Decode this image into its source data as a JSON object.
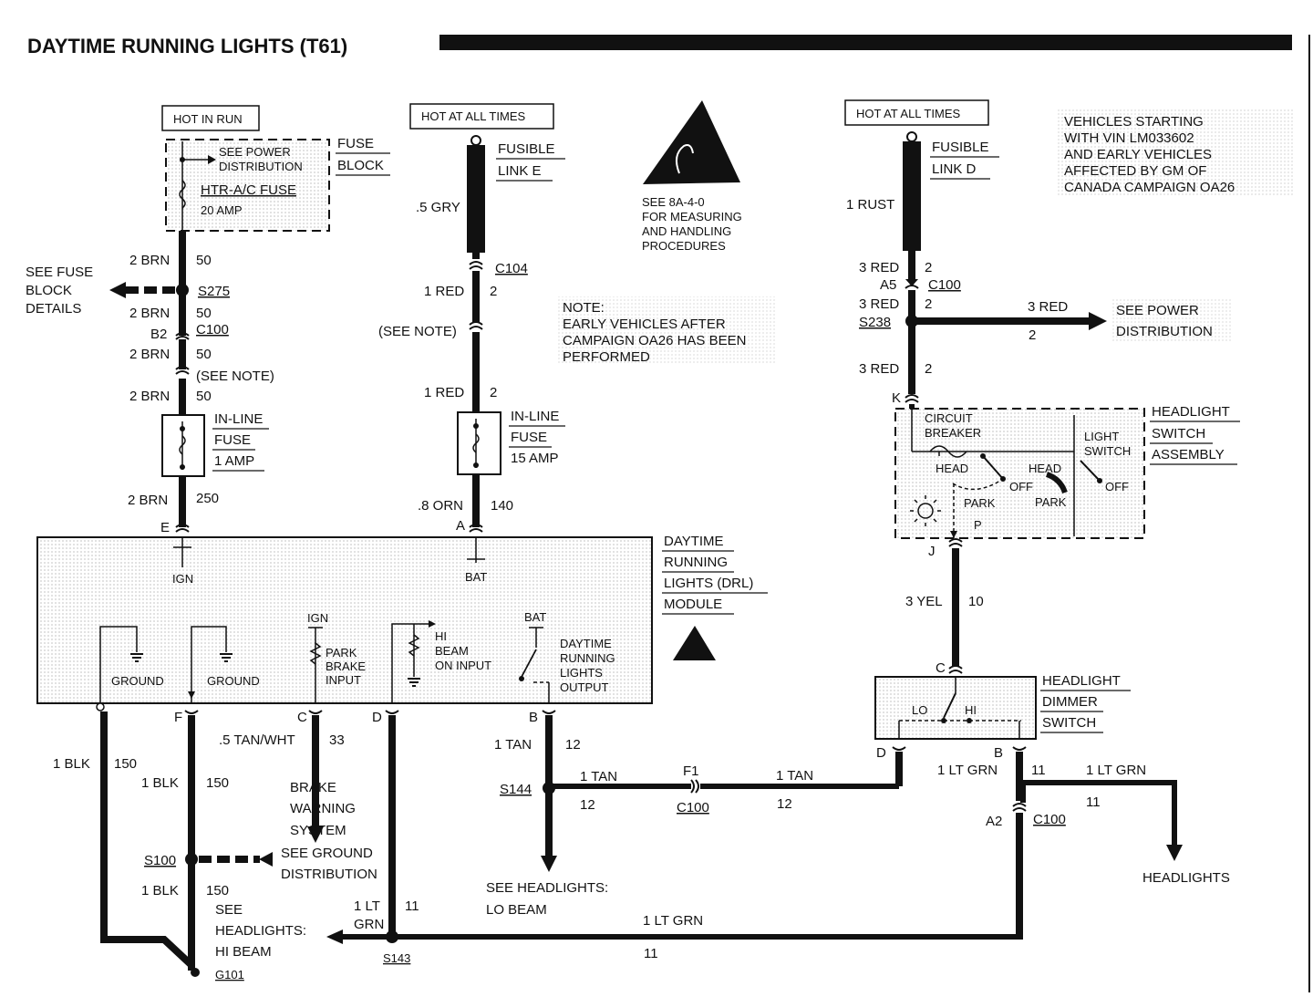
{
  "title": "DAYTIME RUNNING LIGHTS (T61)",
  "power": {
    "hot_in_run": "HOT IN RUN",
    "hot_at_all_times_1": "HOT AT ALL TIMES",
    "hot_at_all_times_2": "HOT AT ALL TIMES"
  },
  "fuse_block": {
    "see_power": "SEE POWER",
    "distribution": "DISTRIBUTION",
    "fuse_name": "HTR-A/C FUSE",
    "rating": "20 AMP",
    "label_1": "FUSE",
    "label_2": "BLOCK"
  },
  "fusible_link_e": {
    "label_1": "FUSIBLE",
    "label_2": "LINK E",
    "wire": ".5 GRY"
  },
  "fusible_link_d": {
    "label_1": "FUSIBLE",
    "label_2": "LINK D",
    "wire": "1 RUST"
  },
  "esd": {
    "line_1": "SEE 8A-4-0",
    "line_2": "FOR MEASURING",
    "line_3": "AND HANDLING",
    "line_4": "PROCEDURES"
  },
  "vin_note": {
    "line_1": "VEHICLES STARTING",
    "line_2": "WITH VIN LM033602",
    "line_3": "AND EARLY VEHICLES",
    "line_4": "AFFECTED BY GM OF",
    "line_5": "CANADA CAMPAIGN OA26"
  },
  "note": {
    "line_1": "NOTE:",
    "line_2": "EARLY VEHICLES AFTER",
    "line_3": "CAMPAIGN OA26 HAS BEEN",
    "line_4": "PERFORMED"
  },
  "left_circuit": {
    "w1": "2 BRN",
    "c1": "50",
    "see_fuse_1": "SEE FUSE",
    "see_fuse_2": "BLOCK",
    "see_fuse_3": "DETAILS",
    "splice": "S275",
    "w2": "2 BRN",
    "c2": "50",
    "b2": "B2",
    "c100": "C100",
    "w3": "2 BRN",
    "c3": "50",
    "see_note": "(SEE NOTE)",
    "w4": "2 BRN",
    "c4": "50",
    "inline_1": "IN-LINE",
    "inline_2": "FUSE",
    "inline_3": "1 AMP",
    "w5": "2 BRN",
    "c5": "250",
    "pin": "E"
  },
  "mid_circuit": {
    "c104": "C104",
    "w1": "1 RED",
    "c1": "2",
    "see_note": "(SEE NOTE)",
    "w2": "1 RED",
    "c2": "2",
    "inline_1": "IN-LINE",
    "inline_2": "FUSE",
    "inline_3": "15 AMP",
    "w3": ".8 ORN",
    "c3": "140",
    "pin": "A"
  },
  "right_circuit": {
    "w1": "3 RED",
    "c1": "2",
    "a5": "A5",
    "c100": "C100",
    "w2": "3 RED",
    "c2": "2",
    "splice": "S238",
    "w3": "3 RED",
    "c3": "2",
    "see_power_1": "SEE POWER",
    "see_power_2": "DISTRIBUTION",
    "w4": "3 RED",
    "c4": "2",
    "pin_k": "K"
  },
  "headlight_switch": {
    "label_1": "HEADLIGHT",
    "label_2": "SWITCH",
    "label_3": "ASSEMBLY",
    "circuit": "CIRCUIT",
    "breaker": "BREAKER",
    "light": "LIGHT",
    "switch": "SWITCH",
    "head_1": "HEAD",
    "off_1": "OFF",
    "park_1": "PARK",
    "head_2": "HEAD",
    "off_2": "OFF",
    "park_2": "PARK",
    "p": "P",
    "pin_j": "J",
    "out_wire": "3 YEL",
    "out_circuit": "10"
  },
  "dimmer": {
    "label_1": "HEADLIGHT",
    "label_2": "DIMMER",
    "label_3": "SWITCH",
    "lo": "LO",
    "hi": "HI",
    "pin_c": "C",
    "pin_d": "D",
    "pin_b": "B"
  },
  "drl_module": {
    "label_1": "DAYTIME",
    "label_2": "RUNNING",
    "label_3": "LIGHTS (DRL)",
    "label_4": "MODULE",
    "ign": "IGN",
    "bat": "BAT",
    "ground_1": "GROUND",
    "ground_2": "GROUND",
    "ign_2": "IGN",
    "park_1": "PARK",
    "park_2": "BRAKE",
    "park_3": "INPUT",
    "hi_1": "HI",
    "hi_2": "BEAM",
    "hi_3": "ON INPUT",
    "bat_2": "BAT",
    "out_1": "DAYTIME",
    "out_2": "RUNNING",
    "out_3": "LIGHTS",
    "out_4": "OUTPUT",
    "pin_f": "F",
    "pin_c": "C",
    "pin_d": "D",
    "pin_b": "B"
  },
  "bottom": {
    "blk_a": "1 BLK",
    "blk_a_c": "150",
    "blk_b": "1 BLK",
    "blk_b_c": "150",
    "brake_w": ".5 TAN/WHT",
    "brake_c": "33",
    "brake_1": "BRAKE",
    "brake_2": "WARNING",
    "brake_3": "SYSTEM",
    "s100": "S100",
    "ground_1": "SEE GROUND",
    "ground_2": "DISTRIBUTION",
    "blk_c": "1 BLK",
    "blk_c_c": "150",
    "hl_1": "SEE",
    "hl_2": "HEADLIGHTS:",
    "hl_3": "HI BEAM",
    "g101": "G101",
    "ltgrn_1": "1 LT",
    "ltgrn_2": "GRN",
    "ltgrn_c": "11",
    "s143": "S143",
    "ltgrn_bot": "1 LT GRN",
    "ltgrn_bot_c": "11",
    "tan_1": "1 TAN",
    "tan_1_c": "12",
    "s144": "S144",
    "tan_2": "1 TAN",
    "tan_2_c": "12",
    "f1": "F1",
    "c100": "C100",
    "tan_3": "1 TAN",
    "tan_3_c": "12",
    "lo_1": "SEE HEADLIGHTS:",
    "lo_2": "LO BEAM",
    "ltgrn_r1": "1 LT GRN",
    "ltgrn_r1_c": "11",
    "ltgrn_r2": "1 LT GRN",
    "ltgrn_r2_c": "11",
    "a2": "A2",
    "c100_r": "C100",
    "headlights": "HEADLIGHTS"
  }
}
